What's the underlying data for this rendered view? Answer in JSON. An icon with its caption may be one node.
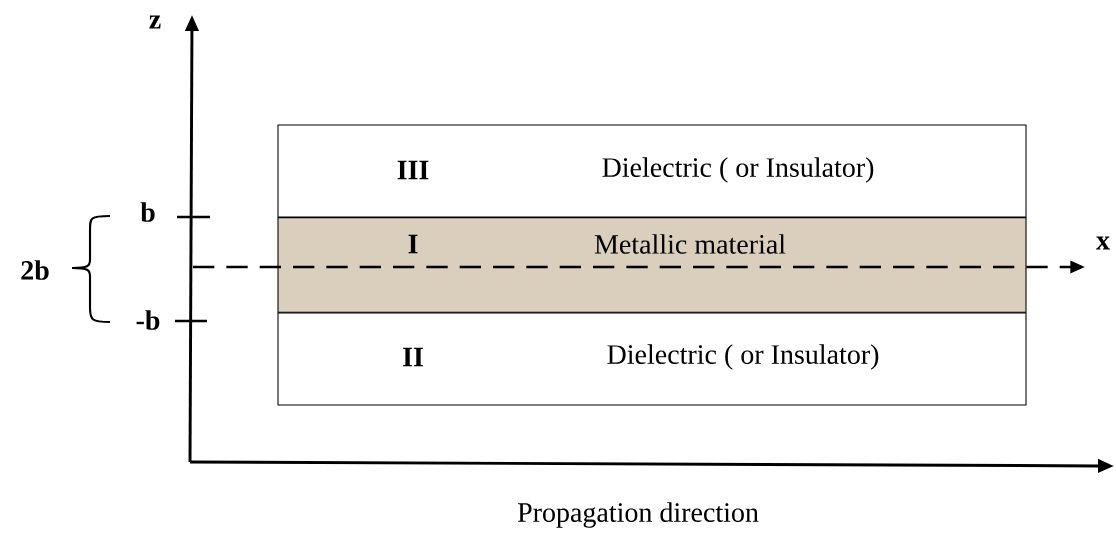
{
  "diagram": {
    "nodes": [
      {
        "text": [
          "III",
          "Dielectric ( or Insulator)"
        ]
      },
      {
        "text": [
          "I",
          "Metallic material"
        ]
      },
      {
        "text": [
          "II",
          "Dielectric ( or Insulator)"
        ]
      }
    ],
    "labels": [
      "z",
      "b",
      "2b",
      "x",
      "-b",
      "Propagation direction"
    ]
  }
}
